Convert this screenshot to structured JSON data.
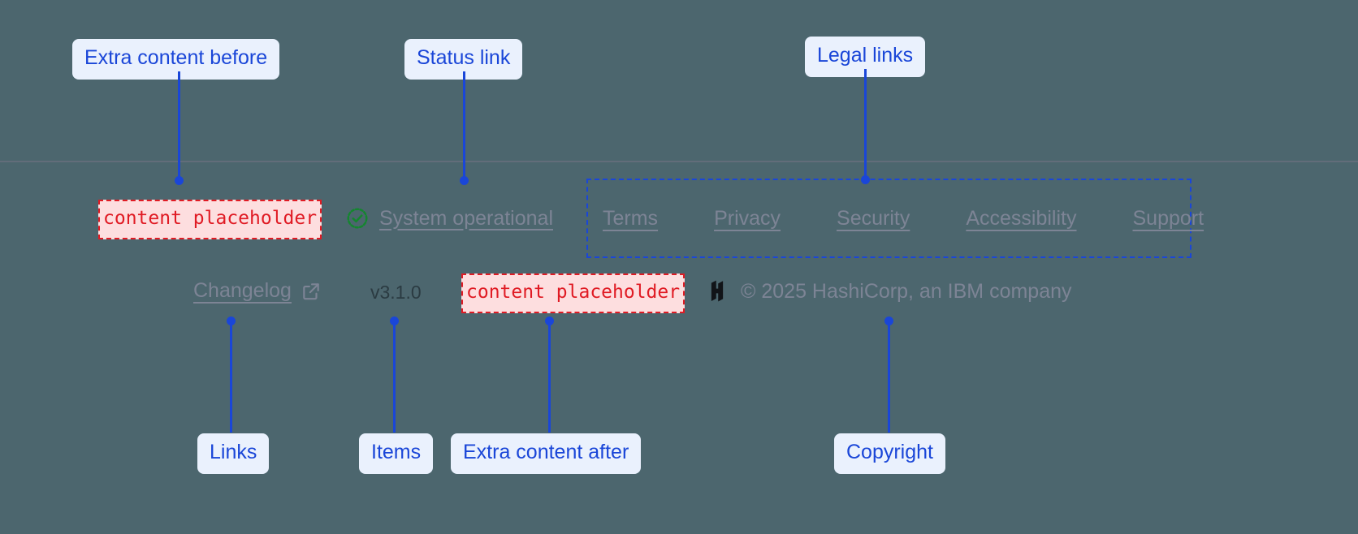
{
  "page": {
    "background": "#4c666e",
    "accent": "#1a46d8",
    "muted_text": "#7d8495",
    "placeholder_color": "#e01b24"
  },
  "annotations": {
    "extra_before": "Extra content before",
    "status_link": "Status link",
    "legal_links": "Legal links",
    "links": "Links",
    "items": "Items",
    "extra_after": "Extra content after",
    "copyright": "Copyright"
  },
  "footer": {
    "extra_content_before": "content placeholder",
    "extra_content_after": "content placeholder",
    "status": {
      "icon": "check-circle-icon",
      "label": "System operational"
    },
    "legal_links": [
      {
        "label": "Terms"
      },
      {
        "label": "Privacy"
      },
      {
        "label": "Security"
      },
      {
        "label": "Accessibility"
      },
      {
        "label": "Support"
      }
    ],
    "changelog": {
      "label": "Changelog",
      "icon": "external-link-icon"
    },
    "version": "v3.1.0",
    "brand": {
      "logo": "hashicorp-logo-icon",
      "copyright": "© 2025 HashiCorp, an IBM company"
    }
  }
}
